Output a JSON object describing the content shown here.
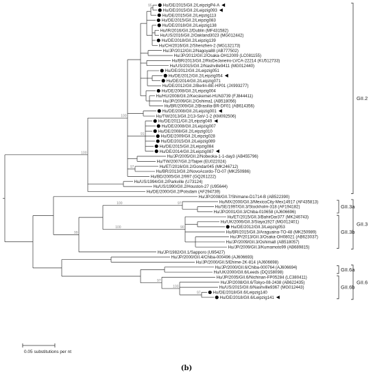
{
  "caption": "(b)",
  "scale_bar_label": "0.05 substitutions per nt",
  "genogroups": [
    {
      "id": "gii2",
      "label": "GII.2"
    },
    {
      "id": "gii3",
      "label": "GII.3"
    },
    {
      "id": "gii3a",
      "label": "GII.3a"
    },
    {
      "id": "gii3b",
      "label": "GII.3b"
    },
    {
      "id": "gii6",
      "label": "GII.6"
    },
    {
      "id": "gii6a",
      "label": "GII.6a"
    },
    {
      "id": "gii6b",
      "label": "GII.6b"
    }
  ],
  "bootstrap_values": [
    "95",
    "91",
    "97",
    "100",
    "99",
    "97",
    "100",
    "90",
    "100",
    "97",
    "100",
    "97"
  ],
  "leaves": [
    {
      "label": "Hu/DE/2015/GII.2/LeipzigP4-A",
      "study": true,
      "arrow": true
    },
    {
      "label": "Hu/DE/2015/GII.2/Leipzig093",
      "study": true,
      "arrow": true
    },
    {
      "label": "Hu/DE/2015/GII.2/Leipzig113",
      "study": true,
      "arrow": false
    },
    {
      "label": "Hu/DE/2015/GII.2/Leipzig083",
      "study": true,
      "arrow": false
    },
    {
      "label": "Hu/DE/2018/GII.2/Leipzig138",
      "study": true,
      "arrow": false
    },
    {
      "label": "Hu/IR/2016/GII.2/Dublin (MF431582)",
      "study": false,
      "arrow": false
    },
    {
      "label": "Hu/US/2016/GII.2/Oakland3023 (MG012442)",
      "study": false,
      "arrow": false
    },
    {
      "label": "Hu/DE/2018/GII.2/Leipzig139",
      "study": true,
      "arrow": false
    },
    {
      "label": "Hu/CH/2016/GII.2/Shenzhen-2 (MG132173)",
      "study": false,
      "arrow": false
    },
    {
      "label": "Hu/JP/2012/GII.2/Nagoya88 (AB777502)",
      "study": false,
      "arrow": false
    },
    {
      "label": "Hu/JP/2012/GII.2/Osaka-OH12009 (LC081155)",
      "study": false,
      "arrow": false
    },
    {
      "label": "Hu/BR/2013/GII.2/RioDeJaneiro-LVCA-22214 (KU512733)",
      "study": false,
      "arrow": false
    },
    {
      "label": "Hu/US/2015/GII.2/Nashville9411 (MG012440)",
      "study": false,
      "arrow": false
    },
    {
      "label": "Hu/DE/2012/GII.2/Leipzig051",
      "study": true,
      "arrow": false
    },
    {
      "label": "Hu/DE/2012/GII.2/Leipzig054",
      "study": true,
      "arrow": true
    },
    {
      "label": "Hu/DE/2014/GII.2/Leipzig071",
      "study": true,
      "arrow": false
    },
    {
      "label": "Hu/DE/2012/GII.2/Berlin-BE-HP01 (JX993277)",
      "study": false,
      "arrow": false
    },
    {
      "label": "Hu/DE/2008/GII.2/Leipzig004",
      "study": true,
      "arrow": false
    },
    {
      "label": "Hu/HU/2008/GII.2/Kecskemet-HUN3739 (FJ844411)",
      "study": false,
      "arrow": false
    },
    {
      "label": "Hu/JP/2009/GII.2/Oshima1 (AB518056)",
      "study": false,
      "arrow": false
    },
    {
      "label": "Hu/BR/2009/GII.2/Brasilia-BR-DF01 (AB614356)",
      "study": false,
      "arrow": false
    },
    {
      "label": "Hu/DE/2008/GII.2/Leipzig001",
      "study": true,
      "arrow": true
    },
    {
      "label": "Hu/TW/2013/GII.2/13-SaV-1-2 (KM092506)",
      "study": false,
      "arrow": false
    },
    {
      "label": "Hu/DE/2011/GII.2/Leipzig049",
      "study": true,
      "arrow": true
    },
    {
      "label": "Hu/DE/2008/GII.2/Leipzig007",
      "study": true,
      "arrow": false
    },
    {
      "label": "Hu/DE/2008/GII.2/Leipzig010",
      "study": true,
      "arrow": false
    },
    {
      "label": "Hu/DE/2009/GII.2/Leipzig028",
      "study": true,
      "arrow": false
    },
    {
      "label": "Hu/DE/2015/GII.2/Leipzig089",
      "study": true,
      "arrow": false
    },
    {
      "label": "Hu/DE/2015/GII.2/Leipzig084",
      "study": true,
      "arrow": false
    },
    {
      "label": "Hu/DE/2014/GII.2/Leipzig087",
      "study": true,
      "arrow": true
    },
    {
      "label": "Hu/JP/2005/GII.2/Nobeoka-1-1-day3 (AB455796)",
      "study": false,
      "arrow": false
    },
    {
      "label": "Hu/TW/2007/GII.2/Taipei (EU022024)",
      "study": false,
      "arrow": false
    },
    {
      "label": "Hu/ET/2016/GII.2/Gondar045 (MK246712)",
      "study": false,
      "arrow": false
    },
    {
      "label": "Hu/BR/2013/GII.2/NovoAcordo-TO-07 (MK250986)",
      "study": false,
      "arrow": false
    },
    {
      "label": "Hu/BD/2005/GII.2/997 (GQ261222)",
      "study": false,
      "arrow": false
    },
    {
      "label": "Hu/US/1994/GII.2/Parkville (U73124)",
      "study": false,
      "arrow": false
    },
    {
      "label": "Hu/US/1990/GII.2/Houston-27 (U95644)",
      "study": false,
      "arrow": false
    },
    {
      "label": "Hu/DE/2000/GII.2/Potsdam (AF294739)",
      "study": false,
      "arrow": false
    },
    {
      "label": "Hu/JP/2008/GII.7/Shimane-D1714-B (AB522390)",
      "study": false,
      "arrow": false
    },
    {
      "label": "Hu/MX/2000/GII.3/MexicoCity-Mex14917 (AF435813)",
      "study": false,
      "arrow": false
    },
    {
      "label": "Hu/SE/1997/GII.3/Stockholm-318 (AF194182)",
      "study": false,
      "arrow": false
    },
    {
      "label": "Hu/JP/2001/GII.3/Chiba-010658 (AJ606696)",
      "study": false,
      "arrow": false
    },
    {
      "label": "Hu/ET/2015/GII.3/BahirDar377 (MK246743)",
      "study": false,
      "arrow": false
    },
    {
      "label": "Hu/UK/2006/GII.3/Siaya1927 (MG012401)",
      "study": false,
      "arrow": false
    },
    {
      "label": "Hu/DE/2012/GII.3/Leipzig053",
      "study": true,
      "arrow": false
    },
    {
      "label": "Hu/BR/2015/GII.3/Araguaina-TO-48 (MK250989)",
      "study": false,
      "arrow": false
    },
    {
      "label": "Hu/JP/2013/GII.3/Osaka-OH08021 (AB623037)",
      "study": false,
      "arrow": false
    },
    {
      "label": "Hu/JP/2009/GII.3/Oshima8 (AB518057)",
      "study": false,
      "arrow": false
    },
    {
      "label": "Hu/JP/2009/GII.3/Kumamoto99 (AB689815)",
      "study": false,
      "arrow": false
    },
    {
      "label": "Hu/JP/1982/GII.1/Sapporo (U95427)",
      "study": false,
      "arrow": false
    },
    {
      "label": "Hu/JP/2000/GII.4/Chiba-000496 (AJ606693)",
      "study": false,
      "arrow": false
    },
    {
      "label": "Hu/JP/2000/GII.5/Ehime-2K-814 (AJ606698)",
      "study": false,
      "arrow": false
    },
    {
      "label": "Hu/JP/2000/GII.6/Chiba-000764 (AJ606694)",
      "study": false,
      "arrow": false
    },
    {
      "label": "Hu/UK/2000/GII.6/Leeds (DQ158098)",
      "study": false,
      "arrow": false
    },
    {
      "label": "Hu/JP/2005/GII.6/Nichinan-FP05284 (LC380411)",
      "study": false,
      "arrow": false
    },
    {
      "label": "Hu/JP/2008/GII.6/Tokyo-08-2438 (AB622435)",
      "study": false,
      "arrow": false
    },
    {
      "label": "Hu/US/2015/GII.6/Nashville9367 (MG012443)",
      "study": false,
      "arrow": false
    },
    {
      "label": "Hu/DE/2018/GII.6/Leipzig140",
      "study": true,
      "arrow": false
    },
    {
      "label": "Hu/DE/2018/GII.6/Leipzig141",
      "study": true,
      "arrow": true
    }
  ]
}
